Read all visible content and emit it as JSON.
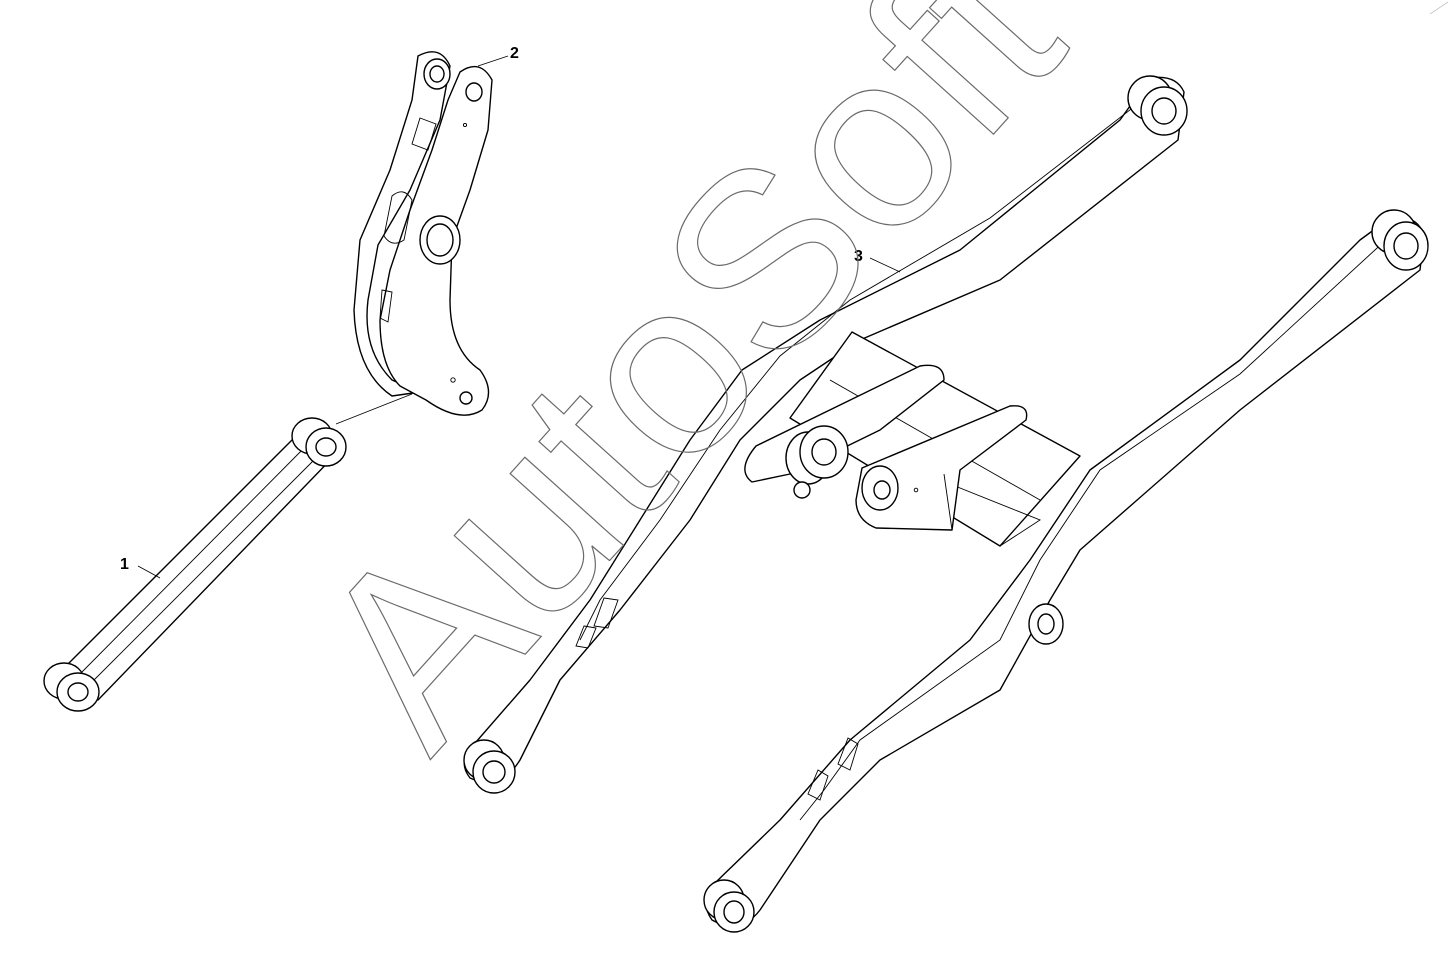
{
  "callouts": [
    {
      "id": "1",
      "label": "1"
    },
    {
      "id": "2",
      "label": "2"
    },
    {
      "id": "3",
      "label": "3"
    }
  ],
  "watermark": {
    "text": "AutoSoft"
  },
  "colors": {
    "line": "#000000",
    "background": "#ffffff",
    "watermark": "#6a6a6a"
  }
}
